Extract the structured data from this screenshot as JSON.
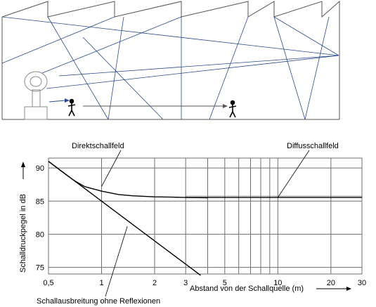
{
  "colors": {
    "hall_line": "#555555",
    "ray": "#2b4a8a",
    "grid": "#6f6f6f",
    "curve": "#000000",
    "text": "#000000",
    "source_icon": "#8a8a8a"
  },
  "hall_diagram": {
    "icons": [
      "loudspeaker-icon",
      "person-icon",
      "person-icon"
    ]
  },
  "chart_data": {
    "type": "line",
    "ylabel": "Schalldruckpegel in dB",
    "xlabel": "Abstand von der Schallquelle (m)",
    "x_scale": "log",
    "xlim": [
      0.5,
      30
    ],
    "ylim": [
      74,
      91.5
    ],
    "x_ticks": [
      {
        "value": 0.5,
        "label": "0,5"
      },
      {
        "value": 1,
        "label": "1"
      },
      {
        "value": 2,
        "label": "2"
      },
      {
        "value": 3,
        "label": "3"
      },
      {
        "value": 5,
        "label": "5"
      },
      {
        "value": 10,
        "label": "10"
      },
      {
        "value": 20,
        "label": "20"
      },
      {
        "value": 30,
        "label": "30"
      }
    ],
    "x_grid": [
      1,
      2,
      3,
      4,
      5,
      6,
      7,
      8,
      9,
      10,
      20,
      30
    ],
    "y_ticks": [
      {
        "value": 75,
        "label": "75"
      },
      {
        "value": 80,
        "label": "80"
      },
      {
        "value": 85,
        "label": "85"
      },
      {
        "value": 90,
        "label": "90"
      }
    ],
    "series": [
      {
        "key": "direct",
        "x": [
          0.5,
          0.6,
          0.7,
          0.8,
          1,
          1.25,
          1.5,
          2,
          2.5,
          3,
          4
        ],
        "y": [
          91,
          89.4,
          88.1,
          87.2,
          86.5,
          86.0,
          85.8,
          85.65,
          85.6,
          85.55,
          85.5
        ]
      },
      {
        "key": "diffuse",
        "x": [
          3,
          30
        ],
        "y": [
          85.55,
          85.55
        ]
      },
      {
        "key": "free_field",
        "x": [
          0.5,
          1,
          2,
          3.65
        ],
        "y": [
          91,
          85,
          79,
          73.8
        ]
      }
    ],
    "annotations": [
      {
        "text": "Direktschallfeld",
        "target_x": 1.0,
        "target_y": 87.2
      },
      {
        "text": "Diffusschallfeld",
        "target_x": 10,
        "target_y": 85.55
      },
      {
        "text": "Schallausbreitung ohne Reflexionen",
        "target_x": 1.4,
        "target_y": 81.2
      }
    ]
  }
}
